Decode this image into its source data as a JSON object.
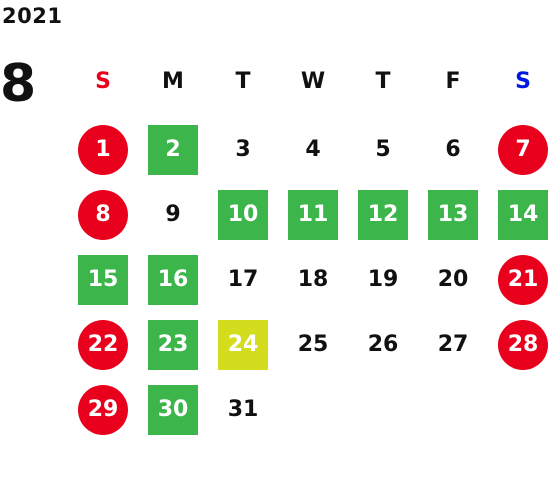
{
  "calendar": {
    "year": "2021",
    "month": "8",
    "weekdays": [
      {
        "label": "S",
        "color": "#e8001c"
      },
      {
        "label": "M",
        "color": "#111111"
      },
      {
        "label": "T",
        "color": "#111111"
      },
      {
        "label": "W",
        "color": "#111111"
      },
      {
        "label": "T",
        "color": "#111111"
      },
      {
        "label": "F",
        "color": "#111111"
      },
      {
        "label": "S",
        "color": "#0018e0"
      }
    ],
    "colors": {
      "holiday_red": "#e8001c",
      "highlight_green": "#3cb54a",
      "today_yellow": "#d4dc1e"
    },
    "weeks": [
      [
        {
          "d": "1",
          "s": "red"
        },
        {
          "d": "2",
          "s": "green"
        },
        {
          "d": "3",
          "s": "plain"
        },
        {
          "d": "4",
          "s": "plain"
        },
        {
          "d": "5",
          "s": "plain"
        },
        {
          "d": "6",
          "s": "plain"
        },
        {
          "d": "7",
          "s": "red"
        }
      ],
      [
        {
          "d": "8",
          "s": "red"
        },
        {
          "d": "9",
          "s": "plain"
        },
        {
          "d": "10",
          "s": "green"
        },
        {
          "d": "11",
          "s": "green"
        },
        {
          "d": "12",
          "s": "green"
        },
        {
          "d": "13",
          "s": "green"
        },
        {
          "d": "14",
          "s": "green"
        }
      ],
      [
        {
          "d": "15",
          "s": "green"
        },
        {
          "d": "16",
          "s": "green"
        },
        {
          "d": "17",
          "s": "plain"
        },
        {
          "d": "18",
          "s": "plain"
        },
        {
          "d": "19",
          "s": "plain"
        },
        {
          "d": "20",
          "s": "plain"
        },
        {
          "d": "21",
          "s": "red"
        }
      ],
      [
        {
          "d": "22",
          "s": "red"
        },
        {
          "d": "23",
          "s": "green"
        },
        {
          "d": "24",
          "s": "yellow"
        },
        {
          "d": "25",
          "s": "plain"
        },
        {
          "d": "26",
          "s": "plain"
        },
        {
          "d": "27",
          "s": "plain"
        },
        {
          "d": "28",
          "s": "red"
        }
      ],
      [
        {
          "d": "29",
          "s": "red"
        },
        {
          "d": "30",
          "s": "green"
        },
        {
          "d": "31",
          "s": "plain"
        }
      ]
    ]
  }
}
